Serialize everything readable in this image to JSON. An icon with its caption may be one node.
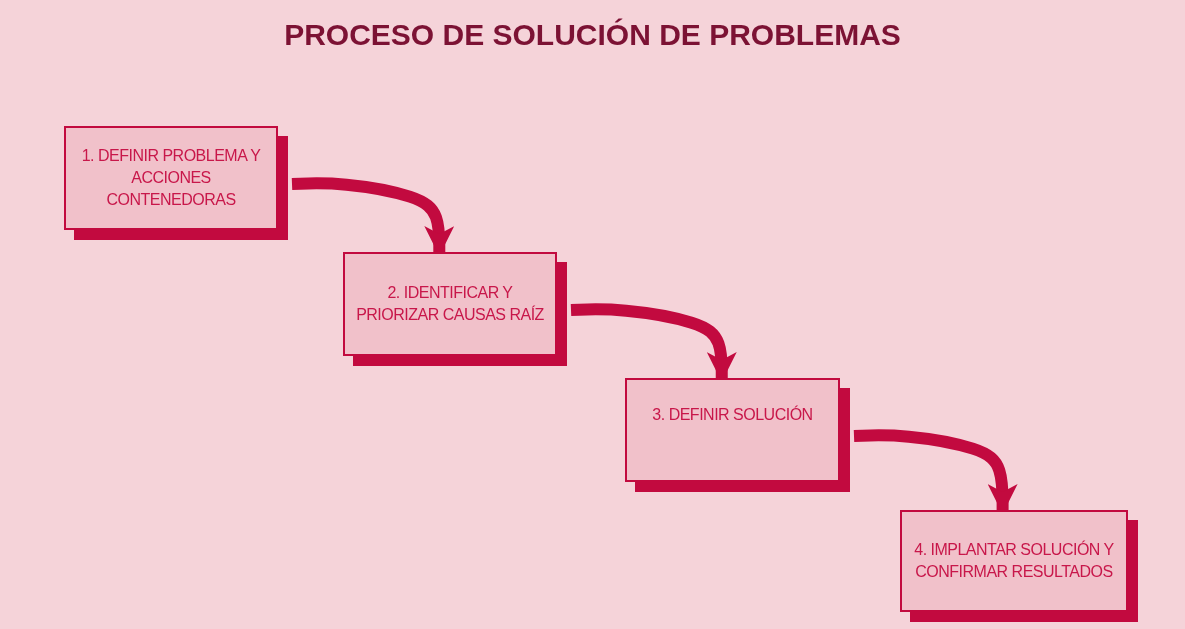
{
  "diagram": {
    "title": "PROCESO DE SOLUCIÓN DE PROBLEMAS",
    "nodes": [
      {
        "text": [
          "1. DEFINIR PROBLEMA Y ACCIONES CONTENEDORAS"
        ]
      },
      {
        "text": [
          "2. IDENTIFICAR Y PRIORIZAR CAUSAS RAÍZ"
        ]
      },
      {
        "text": [
          "3. DEFINIR SOLUCIÓN"
        ]
      },
      {
        "text": [
          "4. IMPLANTAR SOLUCIÓN Y CONFIRMAR RESULTADOS"
        ]
      }
    ],
    "edges": [
      {
        "from": 0,
        "to": 1,
        "arrow": "to"
      },
      {
        "from": 1,
        "to": 2,
        "arrow": "to"
      },
      {
        "from": 2,
        "to": 3,
        "arrow": "to"
      }
    ]
  }
}
